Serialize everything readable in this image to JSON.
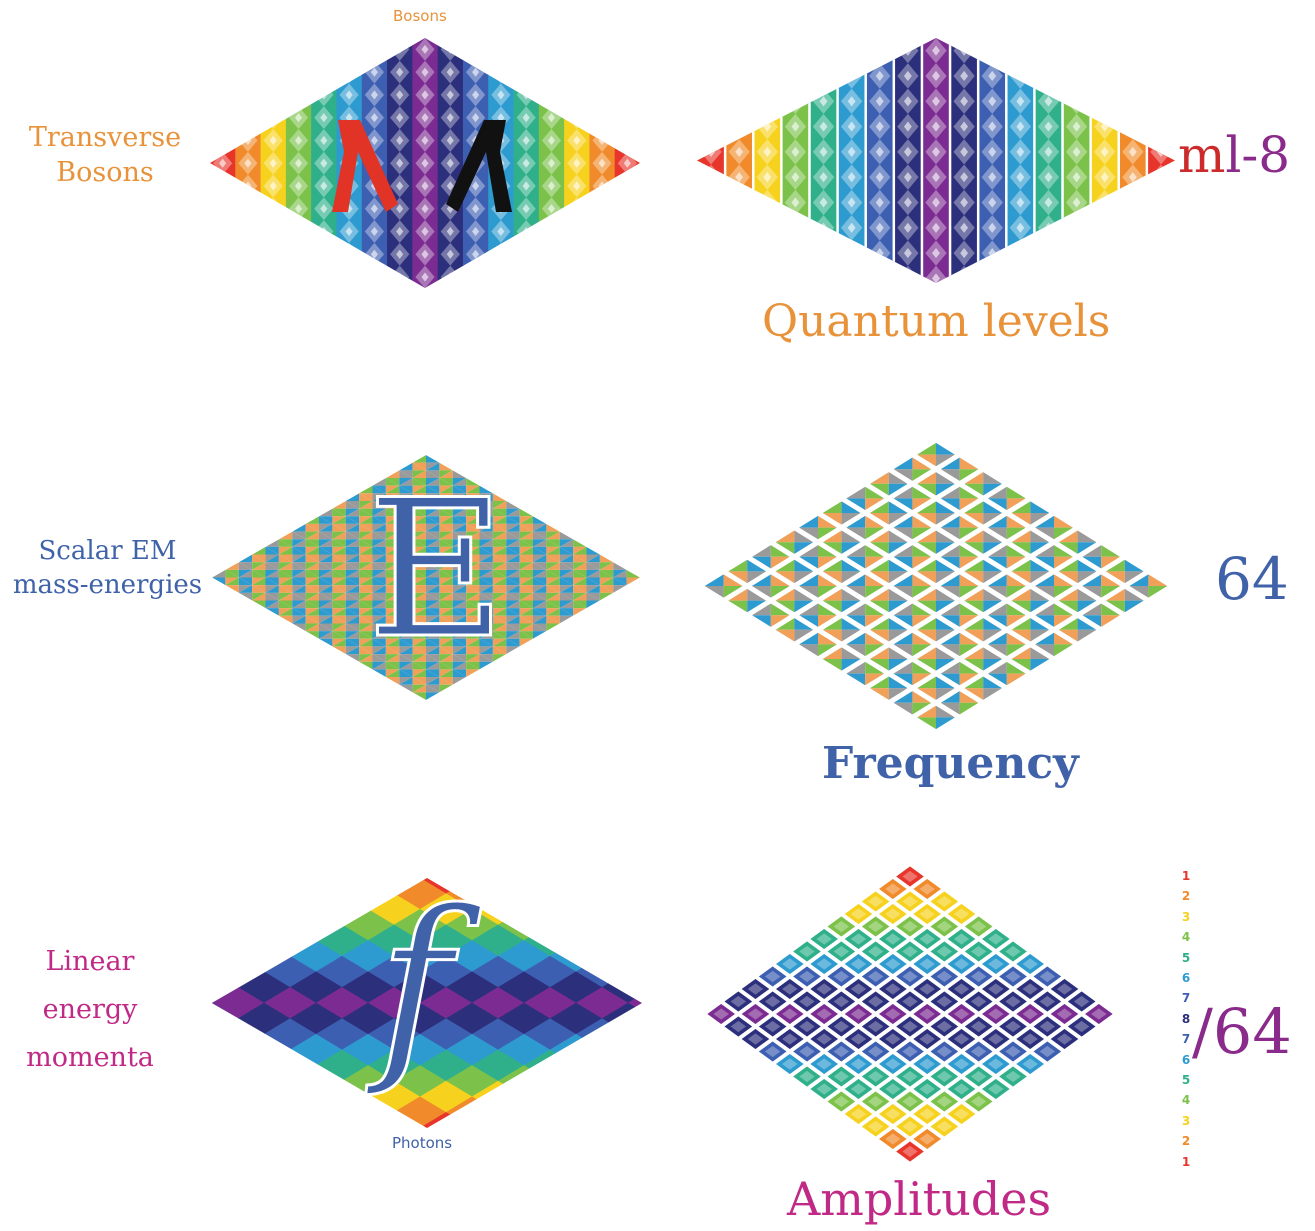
{
  "colors": {
    "orange": "#e8923a",
    "blue": "#3f62a8",
    "magenta": "#c02a86",
    "purple": "#8a2a8a",
    "red": "#cc2b2b",
    "black": "#111111",
    "rainbow": [
      "#e8352b",
      "#f08a2a",
      "#f6d21e",
      "#7cc24a",
      "#2fb08a",
      "#2e9bd0",
      "#3d5fb2",
      "#2c2f7c",
      "#7b2b91"
    ],
    "em_tiles": [
      "#7cc24a",
      "#2e9bd0",
      "#f0a058",
      "#9a9a9a"
    ]
  },
  "labels": {
    "top_caption": "Bosons",
    "row1_left": [
      "Transverse",
      "Bosons"
    ],
    "row1_symbol_m": "m",
    "row1_symbol_rest": "l-8",
    "row1_caption": "Quantum levels",
    "row2_left": [
      "Scalar EM",
      "mass-energies"
    ],
    "row2_letter": "E",
    "row2_number": "64",
    "row2_caption": "Frequency",
    "row3_left": [
      "Linear",
      "energy",
      "momenta"
    ],
    "row3_letter": "f",
    "row3_caption_small": "Photons",
    "row3_fraction": "/64",
    "row3_caption": "Amplitudes"
  },
  "level_numbers": [
    "1",
    "2",
    "3",
    "4",
    "5",
    "6",
    "7",
    "8",
    "7",
    "6",
    "5",
    "4",
    "3",
    "2",
    "1"
  ],
  "level_number_colors": [
    "#e8352b",
    "#f08a2a",
    "#f6d21e",
    "#7cc24a",
    "#2fb08a",
    "#2e9bd0",
    "#3d5fb2",
    "#2c2f7c",
    "#3d5fb2",
    "#2e9bd0",
    "#2fb08a",
    "#7cc24a",
    "#f6d21e",
    "#f08a2a",
    "#e8352b"
  ],
  "icons": {
    "boson_symbol": "lambda-pair-icon"
  }
}
